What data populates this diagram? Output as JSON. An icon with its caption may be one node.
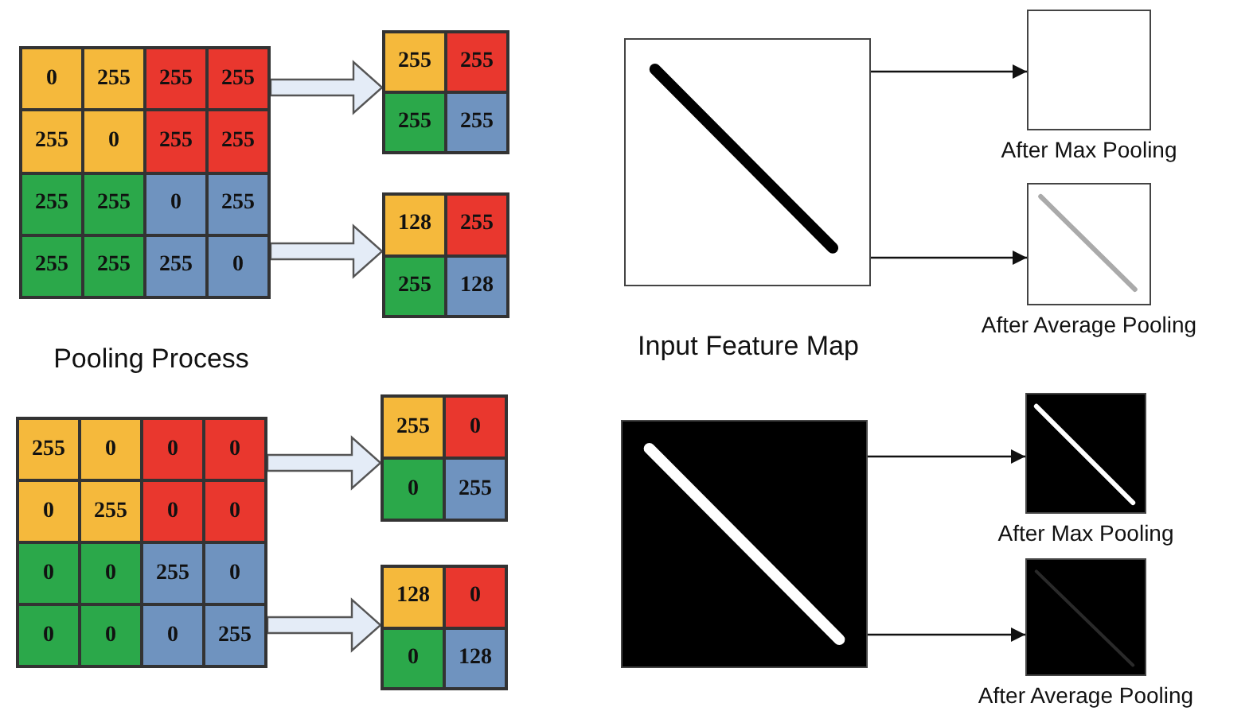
{
  "diagram": {
    "nodes": [
      {
        "text": [],
        "shape": "box"
      },
      {
        "text": [
          "0"
        ],
        "in": 0
      },
      {
        "text": [
          "255"
        ],
        "in": 0
      },
      {
        "text": [
          "255"
        ],
        "in": 0
      },
      {
        "text": [
          "255"
        ],
        "in": 0
      },
      {
        "text": [
          "255"
        ],
        "in": 0
      },
      {
        "text": [
          "0"
        ],
        "in": 0
      },
      {
        "text": [
          "255"
        ],
        "in": 0
      },
      {
        "text": [
          "255"
        ],
        "in": 0
      },
      {
        "text": [
          "255"
        ],
        "in": 0
      },
      {
        "text": [
          "255"
        ],
        "in": 0
      },
      {
        "text": [
          "0"
        ],
        "in": 0
      },
      {
        "text": [
          "255"
        ],
        "in": 0
      },
      {
        "text": [
          "255"
        ],
        "in": 0
      },
      {
        "text": [
          "255"
        ],
        "in": 0
      },
      {
        "text": [
          "255"
        ],
        "in": 0
      },
      {
        "text": [
          "0"
        ],
        "in": 0
      },
      {
        "text": [],
        "shape": "box"
      },
      {
        "text": [
          "255"
        ],
        "in": 17
      },
      {
        "text": [
          "255"
        ],
        "in": 17
      },
      {
        "text": [
          "255"
        ],
        "in": 17
      },
      {
        "text": [
          "255"
        ],
        "in": 17
      },
      {
        "text": [],
        "shape": "box"
      },
      {
        "text": [
          "128"
        ],
        "in": 22
      },
      {
        "text": [
          "255"
        ],
        "in": 22
      },
      {
        "text": [
          "255"
        ],
        "in": 22
      },
      {
        "text": [
          "128"
        ],
        "in": 22
      },
      {
        "text": [],
        "shape": "box"
      },
      {
        "text": [
          "255"
        ],
        "in": 27
      },
      {
        "text": [
          "0"
        ],
        "in": 27
      },
      {
        "text": [
          "0"
        ],
        "in": 27
      },
      {
        "text": [
          "0"
        ],
        "in": 27
      },
      {
        "text": [
          "0"
        ],
        "in": 27
      },
      {
        "text": [
          "255"
        ],
        "in": 27
      },
      {
        "text": [
          "0"
        ],
        "in": 27
      },
      {
        "text": [
          "0"
        ],
        "in": 27
      },
      {
        "text": [
          "0"
        ],
        "in": 27
      },
      {
        "text": [
          "0"
        ],
        "in": 27
      },
      {
        "text": [
          "255"
        ],
        "in": 27
      },
      {
        "text": [
          "0"
        ],
        "in": 27
      },
      {
        "text": [
          "0"
        ],
        "in": 27
      },
      {
        "text": [
          "0"
        ],
        "in": 27
      },
      {
        "text": [
          "0"
        ],
        "in": 27
      },
      {
        "text": [
          "255"
        ],
        "in": 27
      },
      {
        "text": [],
        "shape": "box"
      },
      {
        "text": [
          "255"
        ],
        "in": 44
      },
      {
        "text": [
          "0"
        ],
        "in": 44
      },
      {
        "text": [
          "0"
        ],
        "in": 44
      },
      {
        "text": [
          "255"
        ],
        "in": 44
      },
      {
        "text": [],
        "shape": "box"
      },
      {
        "text": [
          "128"
        ],
        "in": 49
      },
      {
        "text": [
          "0"
        ],
        "in": 49
      },
      {
        "text": [
          "0"
        ],
        "in": 49
      },
      {
        "text": [
          "128"
        ],
        "in": 49
      },
      {
        "text": [],
        "shape": "picture"
      },
      {
        "text": [],
        "shape": "box",
        "beside": [
          "After Max Pooling"
        ]
      },
      {
        "text": [],
        "shape": "picture",
        "beside": [
          "After Average Pooling"
        ]
      },
      {
        "text": [],
        "shape": "picture"
      },
      {
        "text": [],
        "shape": "picture",
        "beside": [
          "After Max Pooling"
        ]
      },
      {
        "text": [],
        "shape": "picture",
        "beside": [
          "After Average Pooling"
        ]
      }
    ],
    "edges": [
      {
        "from": 0,
        "to": 17,
        "arrow": "to",
        "style": "thick"
      },
      {
        "from": 0,
        "to": 22,
        "arrow": "to",
        "style": "thick"
      },
      {
        "from": 27,
        "to": 44,
        "arrow": "to",
        "style": "thick"
      },
      {
        "from": 27,
        "to": 49,
        "arrow": "to",
        "style": "thick"
      },
      {
        "from": 54,
        "to": 55,
        "arrow": "to"
      },
      {
        "from": 54,
        "to": 56,
        "arrow": "to"
      },
      {
        "from": 57,
        "to": 58,
        "arrow": "to"
      },
      {
        "from": 57,
        "to": 59,
        "arrow": "to"
      }
    ],
    "labels": [
      "Pooling Process",
      "Input Feature Map"
    ]
  }
}
